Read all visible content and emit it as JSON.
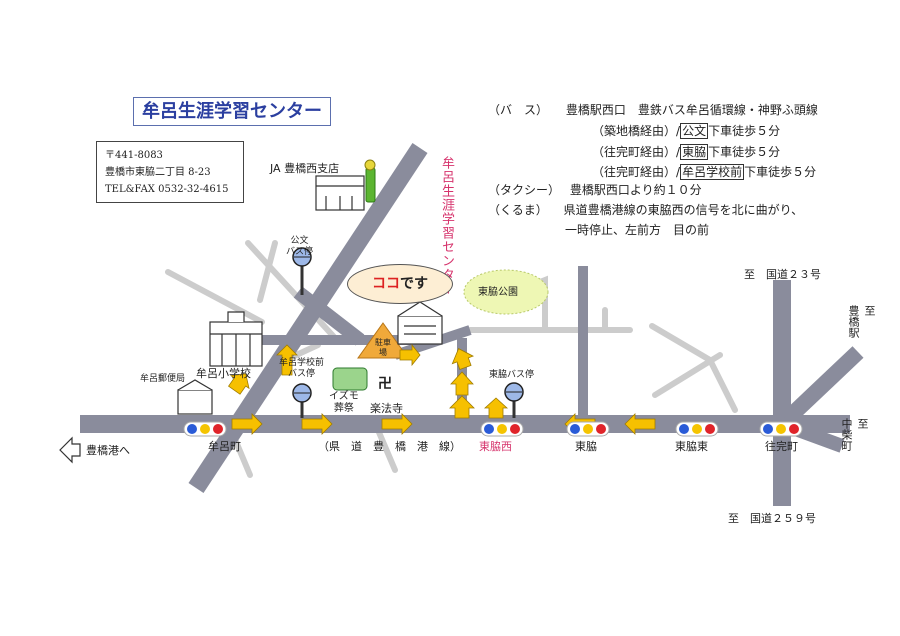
{
  "title": "牟呂生涯学習センター",
  "address": {
    "postal": "〒441-8083",
    "street": "豊橋市東脇二丁目 8-23",
    "phone": "TEL&FAX 0532-32-4615"
  },
  "access": {
    "bus_label": "（バ　ス）",
    "bus_line": "豊橋駅西口　豊鉄バス牟呂循環線・神野ふ頭線",
    "routes": [
      {
        "via": "（築地橋経由）",
        "stop": "公文",
        "walk": "下車徒歩５分"
      },
      {
        "via": "（往完町経由）",
        "stop": "東脇",
        "walk": "下車徒歩５分"
      },
      {
        "via": "（往完町経由）",
        "stop": "牟呂学校前",
        "walk": "下車徒歩５分"
      }
    ],
    "taxi_label": "（タクシー）",
    "taxi_text": "豊橋駅西口より約１０分",
    "car_label": "（くるま）",
    "car_text_1": "県道豊橋港線の東脇西の信号を北に曲がり、",
    "car_text_2": "一時停止、左前方　目の前"
  },
  "map": {
    "center_vertical": "牟呂生涯学習センター",
    "koko_a": "ココ",
    "koko_b": "です",
    "ja": "JA 豊橋西支店",
    "kumon_stop": "公文\nバス停",
    "gakkoumae_stop": "牟呂学校前\nバス停",
    "higashiwaki_stop": "東脇バス停",
    "park": "東脇公園",
    "parking": "駐車場",
    "school": "牟呂小学校",
    "post_office": "牟呂郵便局",
    "izumo": "イズモ\n葬祭",
    "temple_mark": "卍",
    "temple": "楽法寺",
    "road_name": "（県　道　豊　橋　港　線）",
    "to_port": "豊橋港へ",
    "kg_muro": "牟呂町",
    "kg_higashiwaki_nishi": "東脇西",
    "kg_higashiwaki": "東脇",
    "kg_higashiwaki_higashi": "東脇東",
    "kg_oukan": "往完町",
    "to_route23": "至　国道２３号",
    "to_route259": "至　国道２５９号",
    "to_toyohashi_station": "至\n豊橋駅",
    "to_chuushiba": "至\n中柴町"
  },
  "colors": {
    "road": "#8a8c9c",
    "minor_road": "#c7c7c7",
    "arrow": "#f6c000",
    "title_blue": "#2b3fa0",
    "accent_red": "#d6336c",
    "signal_red": "#e0242a",
    "signal_yellow": "#f5c400",
    "signal_blue": "#2a5bd7",
    "park_green": "#eef7b4",
    "parking_orange": "#f0a93a"
  }
}
